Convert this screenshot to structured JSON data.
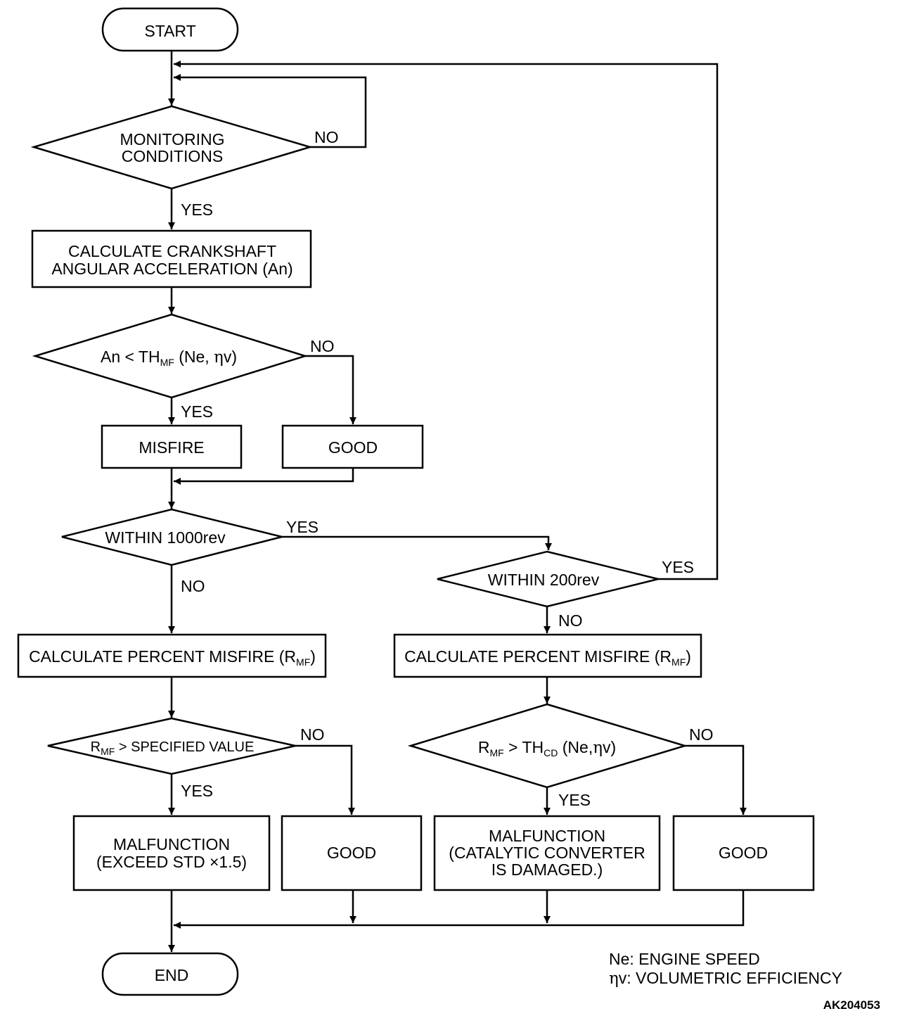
{
  "nodes": {
    "start": "START",
    "monitoring_line1": "MONITORING",
    "monitoring_line2": "CONDITIONS",
    "calc_accel_line1": "CALCULATE CRANKSHAFT",
    "calc_accel_line2": "ANGULAR ACCELERATION (An)",
    "an_check": {
      "a": "An < TH",
      "sub": "MF",
      "b": " (Ne, ",
      "eta": "η",
      "c": "v)"
    },
    "misfire": "MISFIRE",
    "good": "GOOD",
    "within_1000": "WITHIN 1000rev",
    "within_200": "WITHIN 200rev",
    "calc_percent": {
      "a": "CALCULATE PERCENT MISFIRE (R",
      "sub": "MF",
      "b": ")"
    },
    "rmf_spec": {
      "a": "R",
      "sub": "MF",
      "b": " > SPECIFIED VALUE"
    },
    "rmf_thcd": {
      "a": "R",
      "sub1": "MF",
      "b": " > TH",
      "sub2": "CD",
      "c": " (Ne,",
      "eta": "η",
      "d": "v)"
    },
    "malfunction_exceed_line1": "MALFUNCTION",
    "malfunction_exceed_line2": "(EXCEED STD  ×1.5)",
    "malfunction_cat_line1": "MALFUNCTION",
    "malfunction_cat_line2": "(CATALYTIC CONVERTER",
    "malfunction_cat_line3": "IS DAMAGED.)",
    "end": "END"
  },
  "branch_labels": {
    "yes": "YES",
    "no": "NO"
  },
  "legend": {
    "ne": "Ne: ENGINE SPEED",
    "eta": "η",
    "eta_rest": "v: VOLUMETRIC EFFICIENCY"
  },
  "figure_code": "AK204053"
}
